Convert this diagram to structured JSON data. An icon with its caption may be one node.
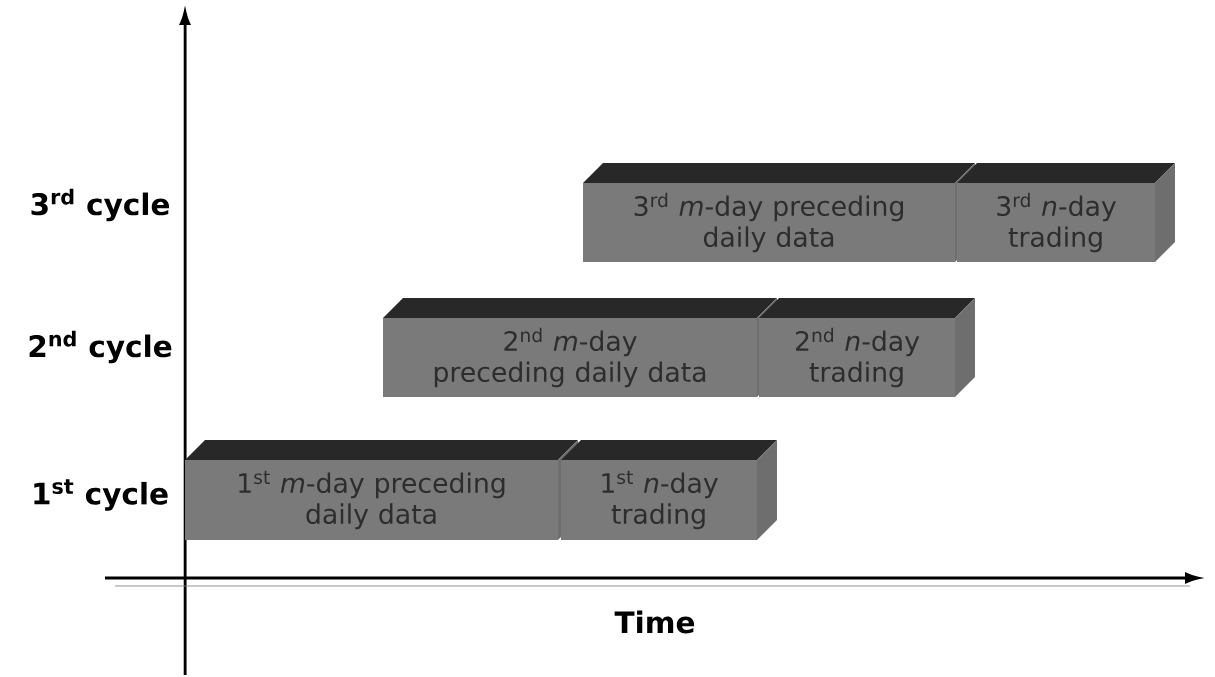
{
  "diagram": {
    "nodes": [
      {
        "text": [
          "3$^{rd}$ *m*-day preceding daily data"
        ]
      },
      {
        "text": [
          "3$^{rd}$ *n*-day trading"
        ]
      },
      {
        "text": [
          "2$^{nd}$ *m*-day preceding daily data"
        ]
      },
      {
        "text": [
          "2$^{nd}$ *n*-day trading"
        ]
      },
      {
        "text": [
          "1$^{st}$ *m*-day preceding daily data"
        ]
      },
      {
        "text": [
          "1$^{st}$ *n*-day trading"
        ]
      }
    ],
    "labels": [
      "3$^{rd}$ cycle",
      "2$^{nd}$ cycle",
      "1$^{st}$ cycle",
      "Time"
    ]
  }
}
